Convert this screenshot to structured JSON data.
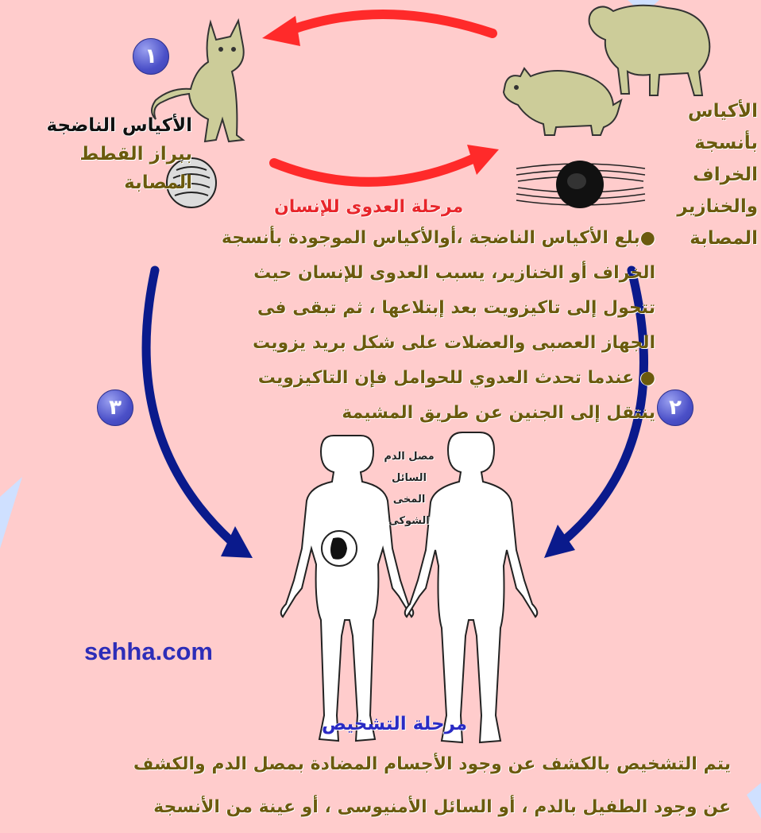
{
  "labels": {
    "cat_cysts": [
      "الأكياس الناضجة",
      "ببراز القطط",
      "المصابة"
    ],
    "animal_cysts": [
      "الأكياس",
      "بأنسجة",
      "الخراف",
      "والخنازير",
      "المصابة"
    ]
  },
  "steps": {
    "one": "١",
    "two": "٢",
    "three": "٣"
  },
  "infection_stage": {
    "title": "مرحلة العدوى للإنسان",
    "lines": [
      "●بلع الأكياس الناضجة ،أوالأكياس الموجودة بأنسجة",
      "الخراف أو الخنازير، يسبب العدوى للإنسان  حيث",
      "تتحول إلى تاكيزويت بعد إبتلاعها ، ثم تبقى فى",
      "الجهاز العصبى والعضلات على شكل بريد يزويت",
      "● عندما تحدث العدوي للحوامل فإن التاكيزويت",
      "ينتقل إلى الجنين عن طريق المشيمة"
    ]
  },
  "fluids": [
    "مصل الدم",
    "السائل",
    "المخى",
    "الشوكى"
  ],
  "site": "sehha.com",
  "diagnosis_stage": {
    "title": "مرحلة التشخيص",
    "lines": [
      "يتم التشخيص بالكشف عن وجود الأجسام المضادة بمصل الدم والكشف",
      "عن وجود الطفيل بالدم ، أو السائل الأمنيوسى ، أو عينة من الأنسجة"
    ]
  },
  "colors": {
    "background": "#ffcccc",
    "animal": "#cccc99",
    "red_arrow": "#ff2a2a",
    "blue_arrow": "#0a1a8c",
    "olive_text": "#6b5a0d"
  }
}
